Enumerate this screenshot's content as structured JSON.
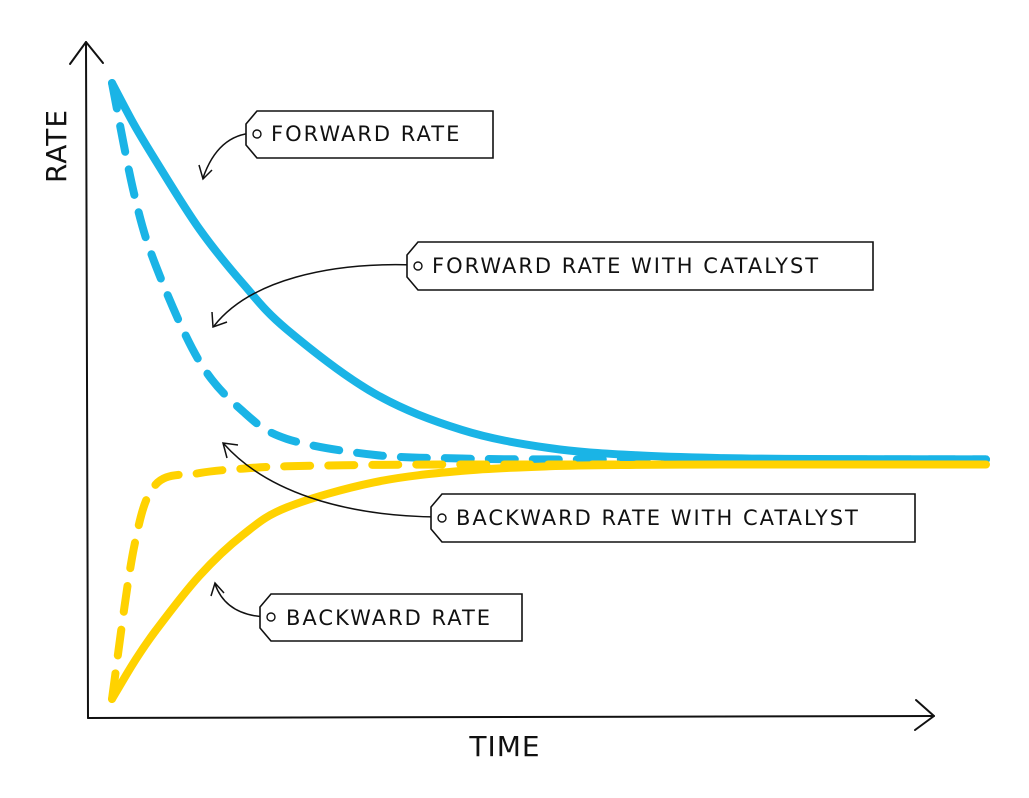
{
  "chart_data": {
    "type": "line",
    "xlabel": "TIME",
    "ylabel": "RATE",
    "grid": false,
    "colors": {
      "forward": "#1ab4e6",
      "backward": "#ffd200"
    },
    "x": [
      0,
      0.25,
      0.5,
      1,
      1.5,
      2,
      3,
      4,
      5,
      6,
      7,
      8,
      10
    ],
    "series": [
      {
        "name": "FORWARD RATE",
        "style": "solid",
        "color": "#1ab4e6",
        "values": [
          100,
          91,
          83,
          68,
          56,
          46,
          32,
          24,
          20,
          18.4,
          17.8,
          17.6,
          17.5
        ]
      },
      {
        "name": "FORWARD RATE WITH CATALYST",
        "style": "dashed",
        "color": "#1ab4e6",
        "values": [
          100,
          76,
          60,
          39,
          28,
          22,
          18.5,
          17.7,
          17.5,
          17.5,
          17.5,
          17.5,
          17.5
        ]
      },
      {
        "name": "BACKWARD RATE WITH CATALYST",
        "style": "dashed",
        "color": "#ffd200",
        "values": [
          -35,
          -2,
          12,
          14.5,
          15.5,
          16,
          16.3,
          16.4,
          16.4,
          16.4,
          16.4,
          16.4,
          16.4
        ]
      },
      {
        "name": "BACKWARD RATE",
        "style": "solid",
        "color": "#ffd200",
        "values": [
          -35,
          -27,
          -20,
          -8,
          1,
          7,
          12.5,
          15,
          16,
          16.3,
          16.4,
          16.4,
          16.4
        ]
      }
    ],
    "annotations": [
      {
        "text": "FORWARD RATE",
        "target": "FORWARD RATE"
      },
      {
        "text": "FORWARD RATE WITH CATALYST",
        "target": "FORWARD RATE WITH CATALYST"
      },
      {
        "text": "BACKWARD RATE WITH CATALYST",
        "target": "BACKWARD RATE WITH CATALYST"
      },
      {
        "text": "BACKWARD RATE",
        "target": "BACKWARD RATE"
      }
    ]
  }
}
